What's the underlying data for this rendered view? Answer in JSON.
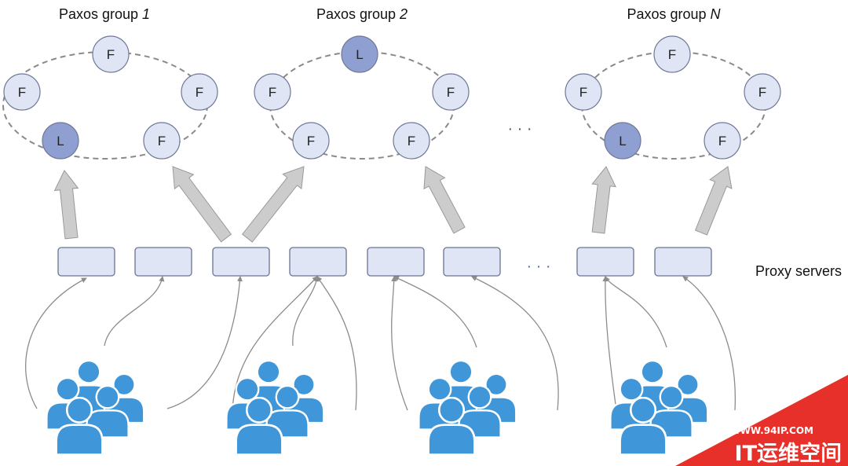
{
  "groups": [
    {
      "title_prefix": "Paxos group ",
      "title_index": "1",
      "nodes": [
        {
          "role": "follower",
          "label": "F"
        },
        {
          "role": "follower",
          "label": "F"
        },
        {
          "role": "follower",
          "label": "F"
        },
        {
          "role": "follower",
          "label": "F"
        },
        {
          "role": "leader",
          "label": "L"
        }
      ]
    },
    {
      "title_prefix": "Paxos group ",
      "title_index": "2",
      "nodes": [
        {
          "role": "leader",
          "label": "L"
        },
        {
          "role": "follower",
          "label": "F"
        },
        {
          "role": "follower",
          "label": "F"
        },
        {
          "role": "follower",
          "label": "F"
        },
        {
          "role": "follower",
          "label": "F"
        }
      ]
    },
    {
      "title_prefix": "Paxos group ",
      "title_index": "N",
      "nodes": [
        {
          "role": "follower",
          "label": "F"
        },
        {
          "role": "follower",
          "label": "F"
        },
        {
          "role": "follower",
          "label": "F"
        },
        {
          "role": "follower",
          "label": "F"
        },
        {
          "role": "leader",
          "label": "L"
        }
      ]
    }
  ],
  "group_ellipsis": "· · ·",
  "proxy_servers": {
    "label": "Proxy servers",
    "ellipsis": "· · ·"
  },
  "colors": {
    "follower_fill": "#dfe5f4",
    "leader_fill": "#8f9fd1",
    "node_stroke": "#6f7896",
    "ring": "#8a8a8a",
    "arrow_fill": "#cccccc",
    "arrow_stroke": "#999999",
    "proxy_fill": "#dfe5f4",
    "proxy_stroke": "#6b7393",
    "user_fill": "#3f96d8",
    "curve": "#8c8c8c",
    "watermark": "#e8302b"
  },
  "icons": {
    "user_group": "users-icon"
  },
  "watermark": {
    "url": "WWW.94IP.COM",
    "name": "IT运维空间"
  }
}
